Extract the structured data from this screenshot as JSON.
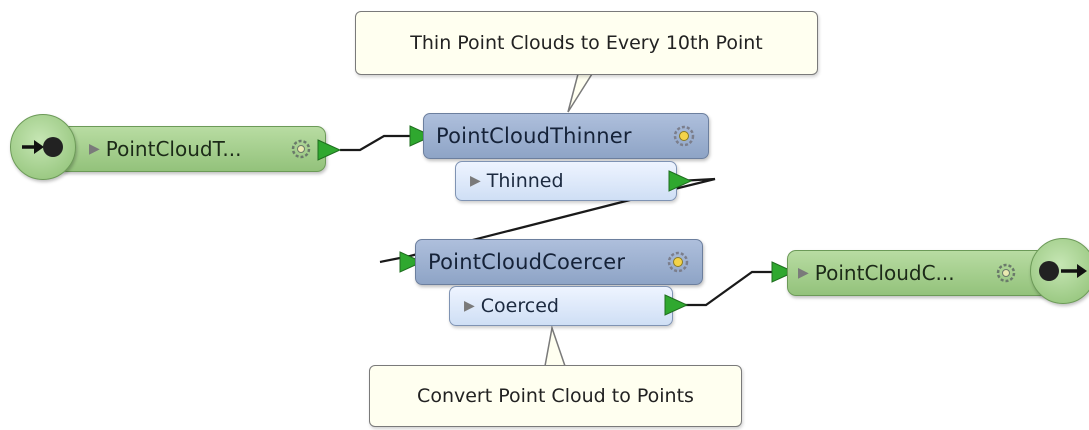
{
  "annotations": {
    "thinner": "Thin Point Clouds to Every 10th Point",
    "coercer": "Convert Point Cloud to Points"
  },
  "reader": {
    "label": "PointCloudT...",
    "icon": "reader-arrow-icon"
  },
  "thinner": {
    "title": "PointCloudThinner",
    "output_port": "Thinned"
  },
  "coercer": {
    "title": "PointCloudCoercer",
    "output_port": "Coerced"
  },
  "writer": {
    "label": "PointCloudC...",
    "icon": "writer-arrow-icon"
  },
  "colors": {
    "connection": "#1a1a1a",
    "port_green": "#2fa82f",
    "transformer": "#9bb0d2",
    "feature_type": "#a4cf8f",
    "annotation_bg": "#fffff0"
  }
}
